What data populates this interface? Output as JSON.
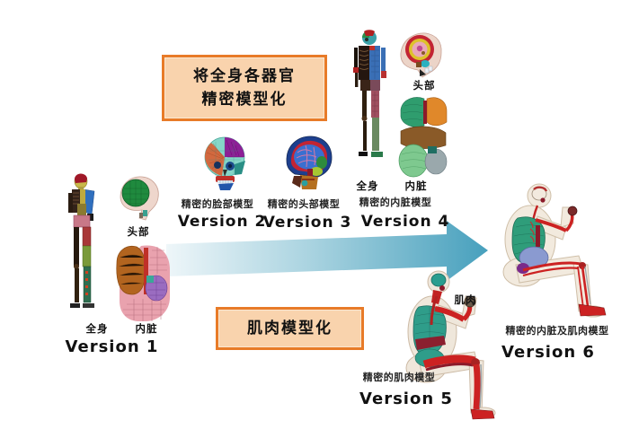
{
  "title_banner": {
    "line1": "将全身各器官",
    "line2": "精密模型化"
  },
  "muscle_banner": {
    "label": "肌肉模型化"
  },
  "colors": {
    "banner_border": "#e87b28",
    "banner_bg": "#f9d3ad",
    "arrow_gradient_start": "#eef6f9",
    "arrow_gradient_end": "#47a0bd"
  },
  "versions": [
    {
      "title": "Version 1",
      "body_label": "全身",
      "head_label": "头部",
      "organs_label": "内脏"
    },
    {
      "title": "Version 2",
      "caption": "精密的脸部模型"
    },
    {
      "title": "Version 3",
      "caption": "精密的头部模型"
    },
    {
      "title": "Version 4",
      "caption": "精密的内脏模型",
      "body_label": "全身",
      "head_label": "头部",
      "organs_label": "内脏"
    },
    {
      "title": "Version 5",
      "caption": "精密的肌肉模型",
      "muscle_label": "肌肉"
    },
    {
      "title": "Version 6",
      "caption": "精密的内脏及肌肉模型"
    }
  ]
}
